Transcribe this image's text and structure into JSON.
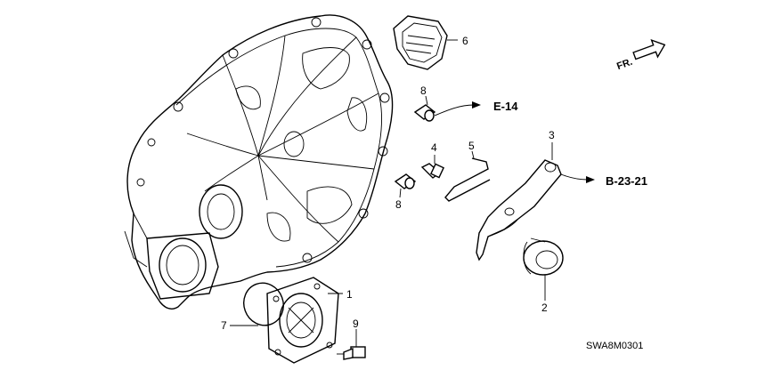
{
  "parts": [
    {
      "id": "p1",
      "number": "1"
    },
    {
      "id": "p2",
      "number": "2"
    },
    {
      "id": "p3",
      "number": "3"
    },
    {
      "id": "p4",
      "number": "4"
    },
    {
      "id": "p5",
      "number": "5"
    },
    {
      "id": "p6",
      "number": "6"
    },
    {
      "id": "p7",
      "number": "7"
    },
    {
      "id": "p8a",
      "number": "8"
    },
    {
      "id": "p8b",
      "number": "8"
    },
    {
      "id": "p9",
      "number": "9"
    }
  ],
  "references": {
    "e14": "E-14",
    "b2321": "B-23-21"
  },
  "direction_label": "FR.",
  "diagram_code": "SWA8M0301"
}
